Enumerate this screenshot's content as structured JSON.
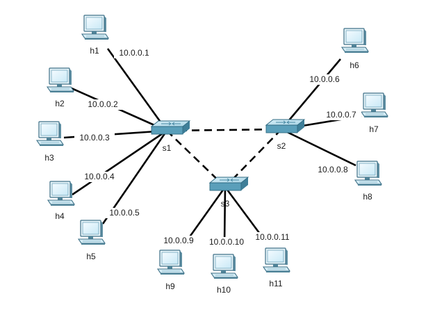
{
  "switches": [
    {
      "id": "s1",
      "label": "s1"
    },
    {
      "id": "s2",
      "label": "s2"
    },
    {
      "id": "s3",
      "label": "s3"
    }
  ],
  "hosts": [
    {
      "id": "h1",
      "label": "h1",
      "ip": "10.0.0.1",
      "switch": "s1"
    },
    {
      "id": "h2",
      "label": "h2",
      "ip": "10.0.0.2",
      "switch": "s1"
    },
    {
      "id": "h3",
      "label": "h3",
      "ip": "10.0.0.3",
      "switch": "s1"
    },
    {
      "id": "h4",
      "label": "h4",
      "ip": "10.0.0.4",
      "switch": "s1"
    },
    {
      "id": "h5",
      "label": "h5",
      "ip": "10.0.0.5",
      "switch": "s1"
    },
    {
      "id": "h6",
      "label": "h6",
      "ip": "10.0.0.6",
      "switch": "s2"
    },
    {
      "id": "h7",
      "label": "h7",
      "ip": "10.0.0.7",
      "switch": "s2"
    },
    {
      "id": "h8",
      "label": "h8",
      "ip": "10.0.0.8",
      "switch": "s2"
    },
    {
      "id": "h9",
      "label": "h9",
      "ip": "10.0.0.9",
      "switch": "s3"
    },
    {
      "id": "h10",
      "label": "h10",
      "ip": "10.0.0.10",
      "switch": "s3"
    },
    {
      "id": "h11",
      "label": "h11",
      "ip": "10.0.0.11",
      "switch": "s3"
    }
  ],
  "trunks": [
    {
      "from": "s1",
      "to": "s2"
    },
    {
      "from": "s1",
      "to": "s3"
    },
    {
      "from": "s2",
      "to": "s3"
    }
  ]
}
